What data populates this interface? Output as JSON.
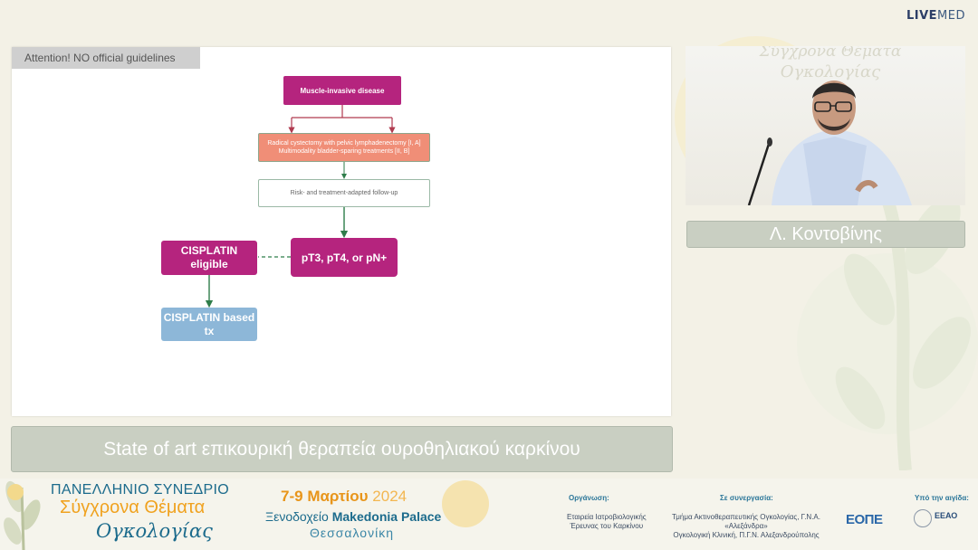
{
  "brand": {
    "part1": "LIVE",
    "part2": "MED"
  },
  "slide": {
    "attention": "Attention! NO official guidelines",
    "flow": {
      "muscle": "Muscle-invasive disease",
      "radical_line1": "Radical cystectomy with pelvic lymphadenectomy [I, A]",
      "radical_line2": "Multimodality bladder-sparing treatments [II, B]",
      "followup": "Risk- and treatment-adapted follow-up",
      "pt": "pT3, pT4, or pN+",
      "eligible_line1": "CISPLATIN",
      "eligible_line2": "eligible",
      "based_line1": "CISPLATIN based",
      "based_line2": "tx"
    },
    "colors": {
      "magenta": "#b5247e",
      "salmon": "#f08e77",
      "blue": "#8db7d8",
      "arrow_red": "#b03a4f",
      "arrow_green": "#2e7d4a"
    }
  },
  "video": {
    "logo_line1": "Σύγχρονα Θέματα",
    "logo_line2": "Ογκολογίας"
  },
  "speaker": {
    "name": "Λ. Κοντοβίνης"
  },
  "talk": {
    "title": "State of art επικουρική θεραπεία ουροθηλιακού καρκίνου"
  },
  "footer": {
    "title1": "ΠΑΝΕΛΛΗΝΙΟ ΣΥΝΕΔΡΙΟ",
    "title2": "Σύγχρονα Θέματα",
    "title3": "Ογκολογίας",
    "dates_day": "7-9",
    "dates_month": "Μαρτίου",
    "dates_year": "2024",
    "venue_prefix": "Ξενοδοχείο",
    "venue_name": "Makedonia Palace",
    "city": "Θεσσαλονίκη",
    "org_label": "Οργάνωση:",
    "org_text1": "Εταιρεία Ιατροβιολογικής",
    "org_text2": "Έρευνας του Καρκίνου",
    "collab_label": "Σε συνεργασία:",
    "collab_text1": "Τμήμα Ακτινοθεραπευτικής Ογκολογίας, Γ.Ν.Α. «Αλεξάνδρα»",
    "collab_text2": "Ογκολογική Κλινική, Π.Γ.Ν. Αλεξανδρούπολης",
    "auspices_label": "Υπό την αιγίδα:",
    "eope": "ΕΟΠΕ",
    "eeao": "ΕΕΑΟ"
  }
}
